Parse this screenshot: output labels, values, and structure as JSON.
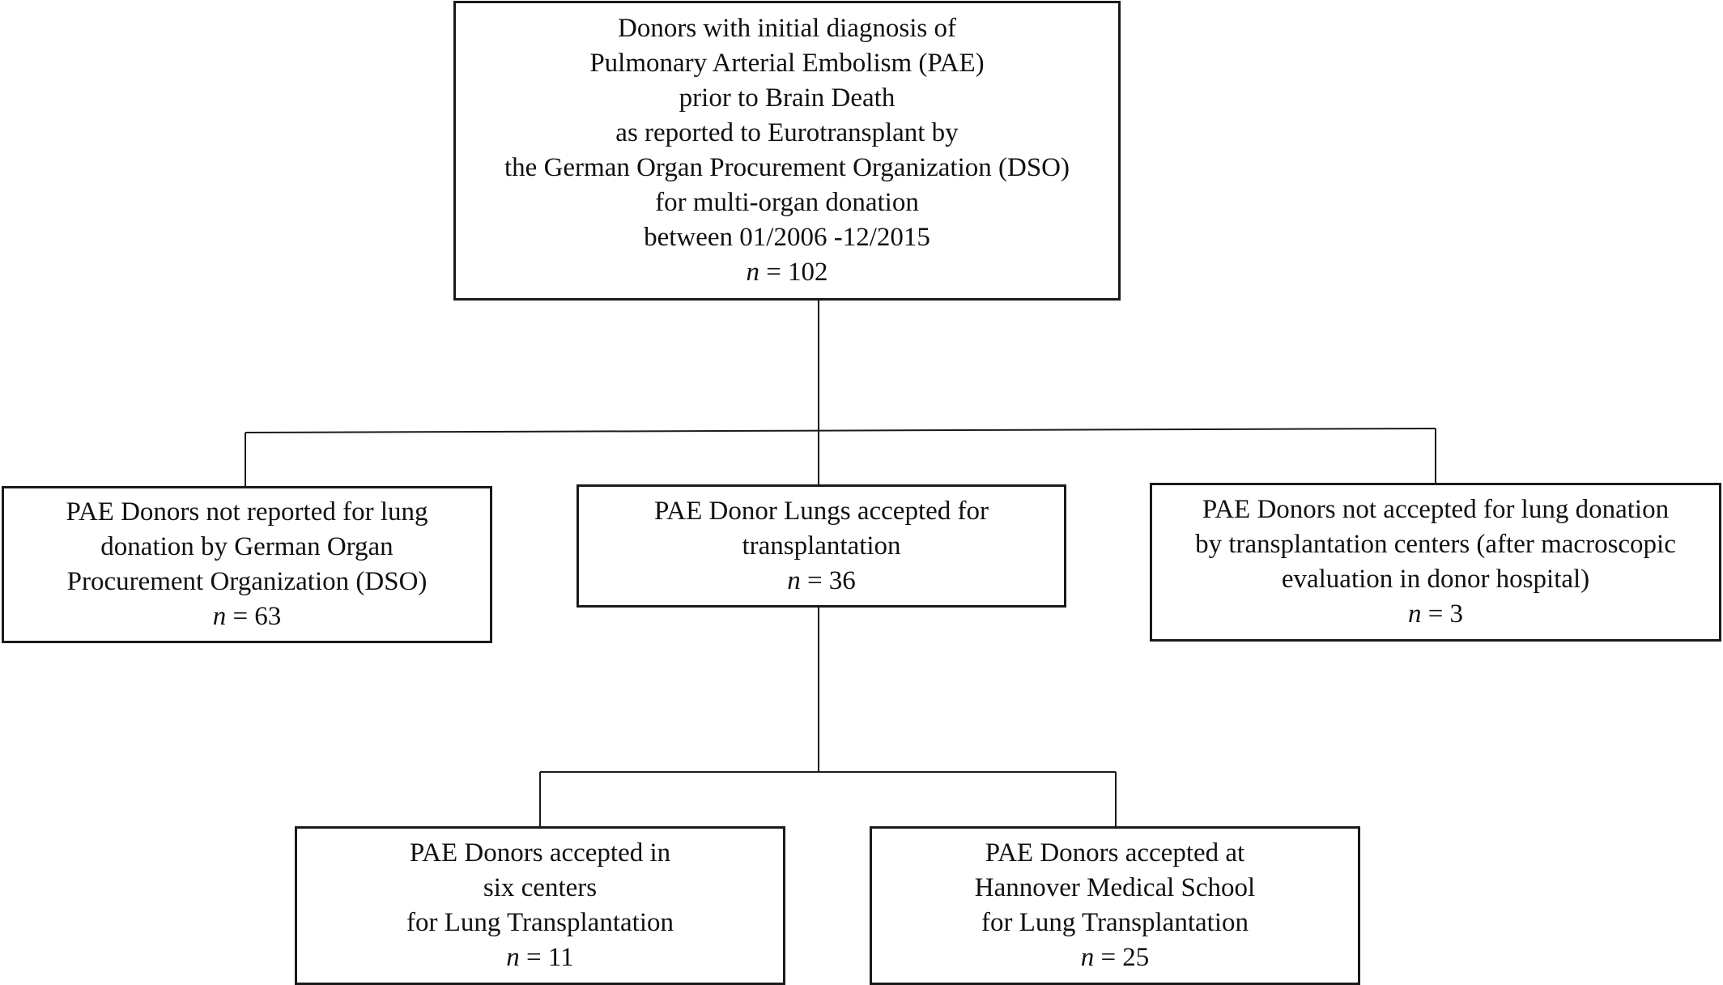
{
  "diagram": {
    "root": {
      "lines": [
        "Donors with initial diagnosis of",
        "Pulmonary Arterial Embolism (PAE)",
        "prior to Brain Death",
        "as reported to Eurotransplant by",
        "the German Organ Procurement Organization (DSO)",
        "for multi-organ donation",
        "between 01/2006 -12/2015"
      ],
      "n_label": "n",
      "n_value": "= 102"
    },
    "not_reported": {
      "lines": [
        "PAE Donors not reported for lung",
        "donation by German Organ",
        "Procurement Organization (DSO)"
      ],
      "n_label": "n",
      "n_value": "= 63"
    },
    "accepted": {
      "lines": [
        "PAE Donor Lungs accepted for",
        "transplantation"
      ],
      "n_label": "n",
      "n_value": "= 36"
    },
    "not_accepted": {
      "lines": [
        "PAE Donors not accepted for lung donation",
        "by transplantation centers (after macroscopic",
        "evaluation in donor hospital)"
      ],
      "n_label": "n",
      "n_value": "= 3"
    },
    "six_centers": {
      "lines": [
        "PAE Donors accepted in",
        "six centers",
        "for Lung Transplantation"
      ],
      "n_label": "n",
      "n_value": "= 11"
    },
    "hannover": {
      "lines": [
        "PAE Donors accepted at",
        "Hannover Medical School",
        "for Lung Transplantation"
      ],
      "n_label": "n",
      "n_value": "= 25"
    }
  },
  "colors": {
    "line": "#1a1a1a",
    "background": "#ffffff"
  }
}
